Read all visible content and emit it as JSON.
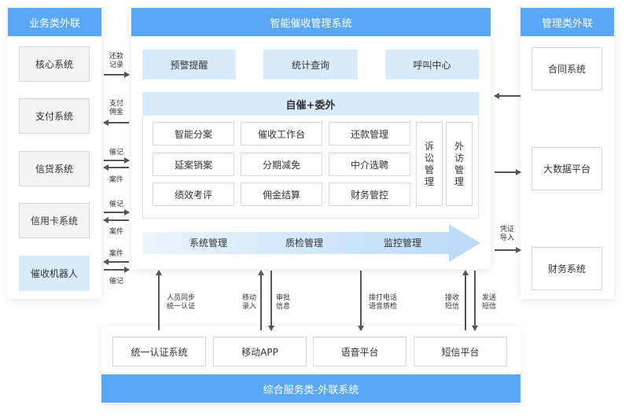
{
  "left_panel": {
    "title": "业务类外联",
    "systems": [
      "核心系统",
      "支付系统",
      "信贷系统",
      "信用卡系统",
      "催收机器人"
    ]
  },
  "left_links": [
    {
      "top": "还款",
      "bottom": "记录"
    },
    {
      "top": "支付",
      "bottom": "佣金"
    },
    {
      "top": "催记",
      "bottom": "案件"
    },
    {
      "top": "催记",
      "bottom": "案件"
    },
    {
      "top": "案件",
      "bottom": "催记"
    }
  ],
  "center": {
    "title": "智能催收管理系统",
    "top_modules": [
      "预警提醒",
      "统计查询",
      "呼叫中心"
    ],
    "core_title": "自催+委外",
    "grid": [
      "智能分案",
      "催收工作台",
      "还款管理",
      "延案销案",
      "分期减免",
      "中介选聘",
      "绩效考评",
      "佣金结算",
      "财务管控"
    ],
    "vertical_modules": [
      {
        "lines": [
          "诉",
          "讼",
          "管",
          "理"
        ]
      },
      {
        "lines": [
          "外",
          "访",
          "管",
          "理"
        ]
      }
    ],
    "banner_items": [
      "系统管理",
      "质检管理",
      "监控管理"
    ]
  },
  "right_panel": {
    "title": "管理类外联",
    "systems": [
      "合同系统",
      "大数据平台",
      "财务系统"
    ]
  },
  "right_link_label": {
    "top": "凭证",
    "bottom": "导入"
  },
  "bottom": {
    "title": "综合服务类-外联系统",
    "systems": [
      "统一认证系统",
      "移动APP",
      "语音平台",
      "短信平台"
    ],
    "links": [
      {
        "top": "人员同步",
        "bottom": "统一认证"
      },
      {
        "top": "移动",
        "bottom": "录入"
      },
      {
        "top": "审批",
        "bottom": "信息"
      },
      {
        "top": "拨打电话",
        "bottom": "语音质检"
      },
      {
        "top": "接收",
        "bottom": "短信"
      },
      {
        "top": "发送",
        "bottom": "短信"
      }
    ]
  },
  "colors": {
    "accent": "#5aa8f5",
    "module_fill": "#d7ebfb",
    "arrow": "#555555"
  }
}
